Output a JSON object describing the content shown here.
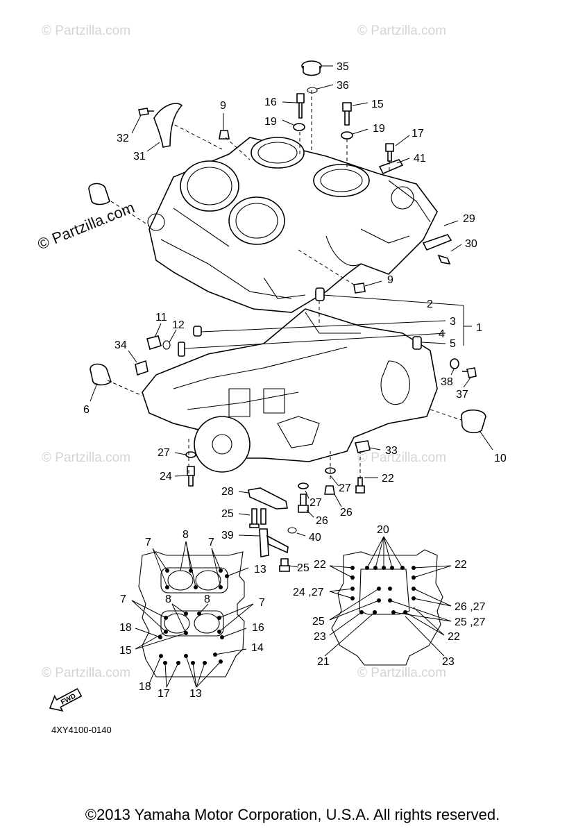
{
  "watermark": "© Partzilla.com",
  "diagram_code": "4XY4100-0140",
  "fwd_label": "FWD",
  "copyright": "©2013 Yamaha Motor Corporation, U.S.A. All rights reserved.",
  "callouts": {
    "c1": "1",
    "c2": "2",
    "c3": "3",
    "c4": "4",
    "c5": "5",
    "c6": "6",
    "c7": "7",
    "c8": "8",
    "c9": "9",
    "c10": "10",
    "c11": "11",
    "c12": "12",
    "c13": "13",
    "c14": "14",
    "c15": "15",
    "c16": "16",
    "c17": "17",
    "c18": "18",
    "c19": "19",
    "c20": "20",
    "c21": "21",
    "c22": "22",
    "c23": "23",
    "c24": "24",
    "c25": "25",
    "c26": "26",
    "c27": "27",
    "c28": "28",
    "c29": "29",
    "c30": "30",
    "c31": "31",
    "c32": "32",
    "c33": "33",
    "c34": "34",
    "c35": "35",
    "c36": "36",
    "c37": "37",
    "c38": "38",
    "c39": "39",
    "c40": "40",
    "c41": "41",
    "c24_27": "24 ,27",
    "c26_27": "26 ,27",
    "c25_27": "25 ,27"
  }
}
